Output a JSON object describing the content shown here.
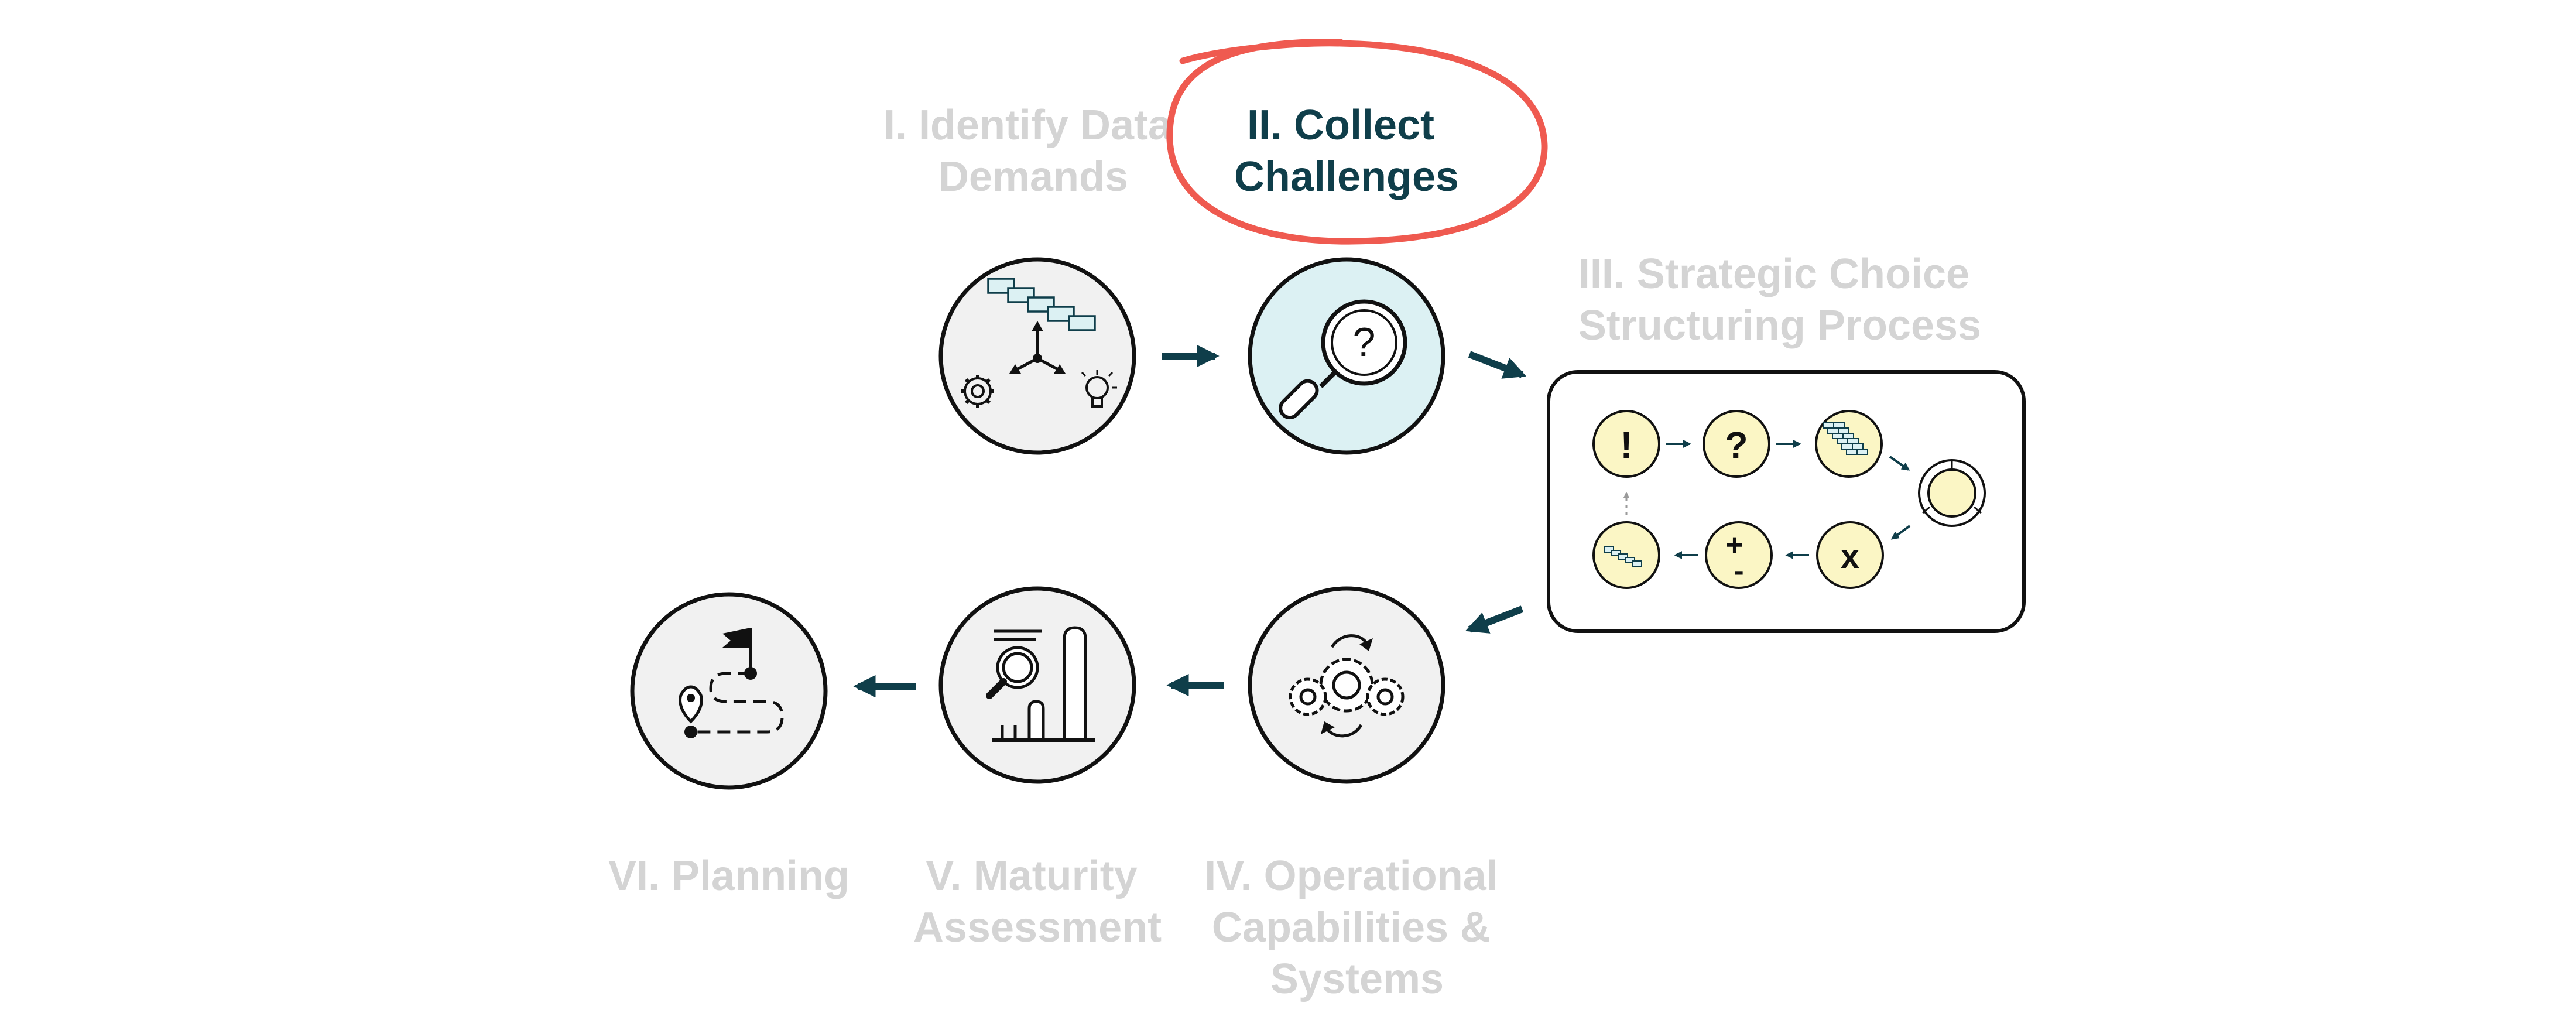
{
  "colors": {
    "dark_teal": "#0f3e4a",
    "muted_label": "#d4d4d4",
    "highlight_ring": "#ef5a50",
    "circle_fill": "#f1f1f1",
    "active_fill": "#dcf1f3",
    "sub_fill": "#fbf6c5",
    "outline": "#111111"
  },
  "stages": [
    {
      "id": "identify",
      "label": [
        "I. Identify Data",
        "Demands"
      ],
      "icon": "data-demands-icon",
      "active": false
    },
    {
      "id": "collect",
      "label": [
        "II. Collect",
        "Challenges"
      ],
      "icon": "magnifier-question-icon",
      "active": true
    },
    {
      "id": "strategic",
      "label": [
        "III. Strategic Choice",
        "Structuring Process"
      ],
      "icon": "process-cycle-icon",
      "active": false
    },
    {
      "id": "operational",
      "label": [
        "IV. Operational",
        "Capabilities &",
        "Systems"
      ],
      "icon": "gears-cycle-icon",
      "active": false
    },
    {
      "id": "maturity",
      "label": [
        "V. Maturity",
        "Assessment"
      ],
      "icon": "maturity-chart-icon",
      "active": false
    },
    {
      "id": "planning",
      "label": [
        "VI. Planning"
      ],
      "icon": "roadmap-flag-icon",
      "active": false
    }
  ],
  "substeps": [
    {
      "symbol": "!",
      "icon": "exclamation-icon"
    },
    {
      "symbol": "?",
      "icon": "question-icon"
    },
    {
      "symbol": "",
      "icon": "grid-table-icon"
    },
    {
      "symbol": "",
      "icon": "ring-icon"
    },
    {
      "symbol": "x",
      "icon": "multiply-icon"
    },
    {
      "symbol": "+\n-",
      "icon": "plus-minus-icon"
    },
    {
      "symbol": "",
      "icon": "step-boxes-icon"
    }
  ]
}
